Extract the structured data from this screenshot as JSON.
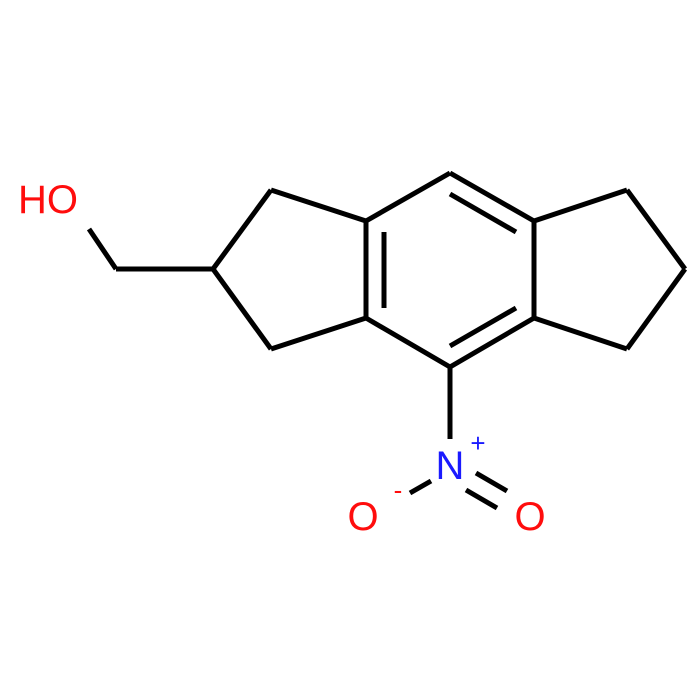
{
  "molecule": {
    "atoms": {
      "hydroxyl": "HO",
      "nitrogen": "N",
      "nitrogen_charge": "+",
      "oxygen_left": "O",
      "oxygen_left_charge": "-",
      "oxygen_right": "O"
    }
  },
  "colors": {
    "bond": "#000000",
    "oxygen": "#ff0d0d",
    "nitrogen": "#1a1aff"
  }
}
